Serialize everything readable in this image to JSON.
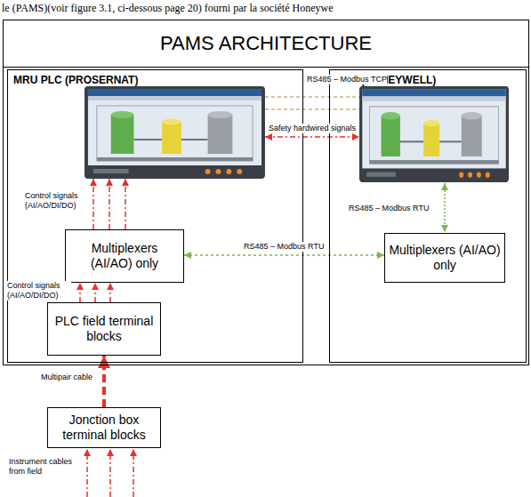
{
  "diagram": {
    "nodes": [
      {
        "text": [
          "PAMS ARCHITECTURE"
        ]
      },
      {
        "text": [
          "MRU PLC (PROSERNAT)"
        ],
        "in": 0
      },
      {
        "text": [
          "DCS (HONEYWELL)"
        ],
        "in": 0
      },
      {
        "text": [
          "Multiplexers (AI/AO) only"
        ],
        "in": 1
      },
      {
        "text": [
          "PLC field terminal blocks"
        ],
        "in": 1
      },
      {
        "text": [
          "Multiplexers (AI/AO) only"
        ],
        "in": 2
      },
      {
        "text": [
          "Jonction box terminal blocks"
        ]
      }
    ],
    "edges": [
      {
        "from": 3,
        "to": 5,
        "label": "RS485 – Modbus RTU",
        "arrow": "both"
      },
      {
        "from": 4,
        "to": 3,
        "arrow": "to"
      },
      {
        "from": 4,
        "to": 3,
        "arrow": "to"
      },
      {
        "from": 4,
        "to": 3,
        "arrow": "to"
      },
      {
        "from": 6,
        "to": 4,
        "arrow": "to"
      }
    ],
    "labels": [
      "le (PAMS)(voir figure 3.1, ci-dessous page 20) fourni par la société Honeywe",
      "RS485 – Modbus TCP",
      "Safety hardwired signals",
      "Control signals (AI/AO/DI/DO)",
      "RS485 – Modbus RTU",
      "Control signals (AI/AO/DI/DO)",
      "Multipair cable",
      "Instrument cables from field"
    ]
  }
}
